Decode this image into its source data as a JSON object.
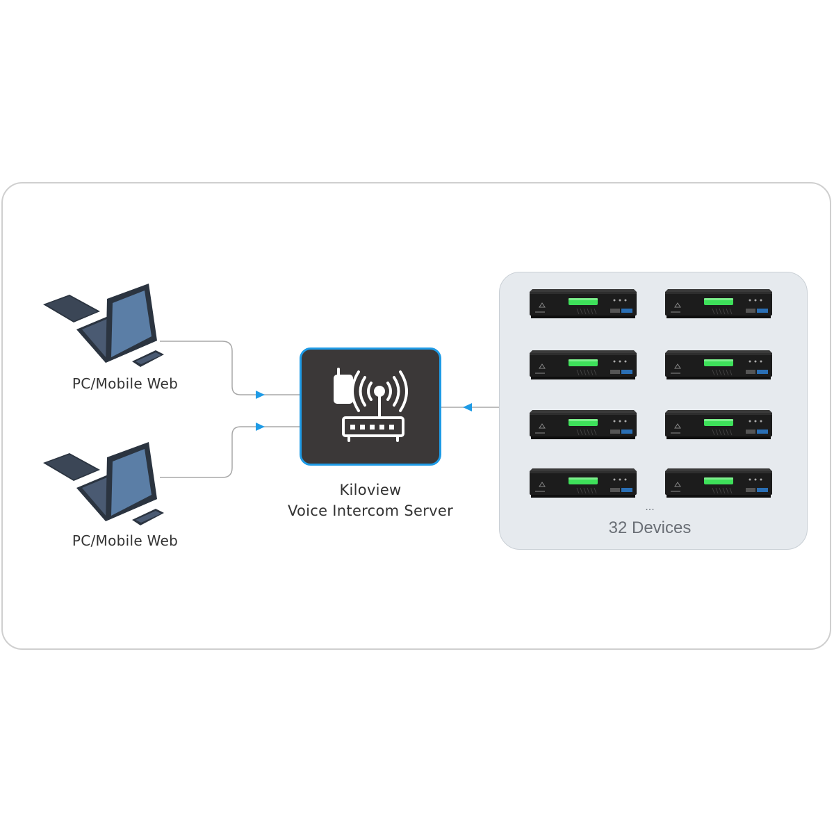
{
  "clients": [
    {
      "label": "PC/Mobile Web",
      "icon": "laptop-phone-icon"
    },
    {
      "label": "PC/Mobile Web",
      "icon": "laptop-phone-icon"
    }
  ],
  "server": {
    "name": "Kiloview",
    "subtitle": "Voice Intercom Server",
    "icon": "router-radio-icon"
  },
  "devices": {
    "ellipsis": "...",
    "label": "32 Devices",
    "icon": "encoder-device-icon"
  },
  "colors": {
    "accent": "#1e9be6",
    "server_bg": "#3b3838",
    "panel_bg": "#e6eaee",
    "display_green": "#3ee05a"
  }
}
